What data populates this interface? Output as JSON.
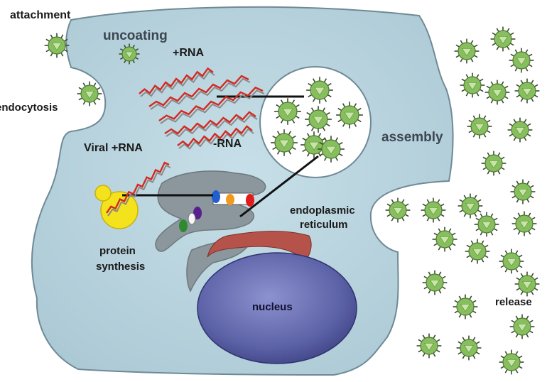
{
  "labels": {
    "attachment": "attachment",
    "uncoating": "uncoating",
    "plus_rna": "+RNA",
    "endocytosis": "endocytosis",
    "viral_plus_rna": "Viral +RNA",
    "minus_rna": "-RNA",
    "assembly": "assembly",
    "endoplasmic": "endoplasmic",
    "reticulum": "reticulum",
    "protein": "protein",
    "synthesis": "synthesis",
    "nucleus": "nucleus",
    "release": "release"
  },
  "colors": {
    "cell_fill": "#b7d3de",
    "cell_stroke": "#6f8a96",
    "virus_fill": "#87bf5e",
    "virus_center": "#c6e6a3",
    "rna_red": "#d42a20",
    "rna_shadow": "#8a8a8a",
    "nucleus_fill": "#5c62a6",
    "er_fill": "#8b979c",
    "ribosome": "#f4e21c",
    "rough_er": "#b5534a"
  }
}
